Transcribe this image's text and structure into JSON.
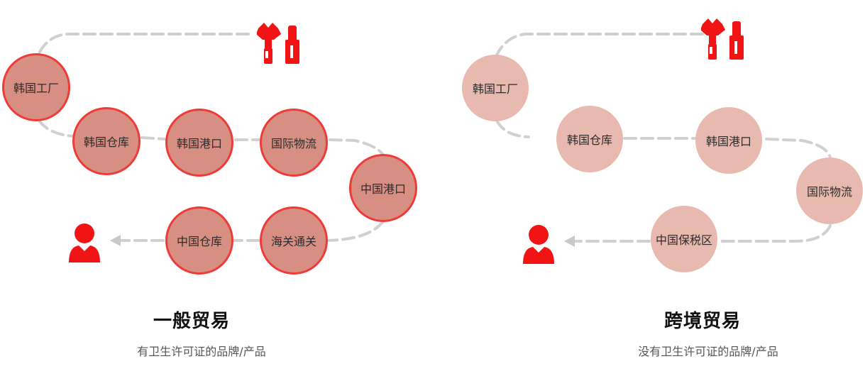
{
  "general": {
    "title": "一般贸易",
    "subtitle": "有卫生许可证的品牌/产品",
    "nodes": [
      "韩国工厂",
      "韩国仓库",
      "韩国港口",
      "国际物流",
      "中国港口",
      "海关通关",
      "中国仓库"
    ],
    "node_color": "#d68f82",
    "border_color": "#ee3b38"
  },
  "cross": {
    "title": "跨境贸易",
    "subtitle": "没有卫生许可证的品牌/产品",
    "nodes": [
      "韩国工厂",
      "韩国仓库",
      "韩国港口",
      "国际物流",
      "中国保税区"
    ],
    "node_color": "#e8b9ae"
  },
  "icons": {
    "cosmetics": "cosmetics-brush-lipstick-icon",
    "consumer": "person-icon",
    "icon_color": "#f01414",
    "path_color": "#d0d0d0"
  }
}
